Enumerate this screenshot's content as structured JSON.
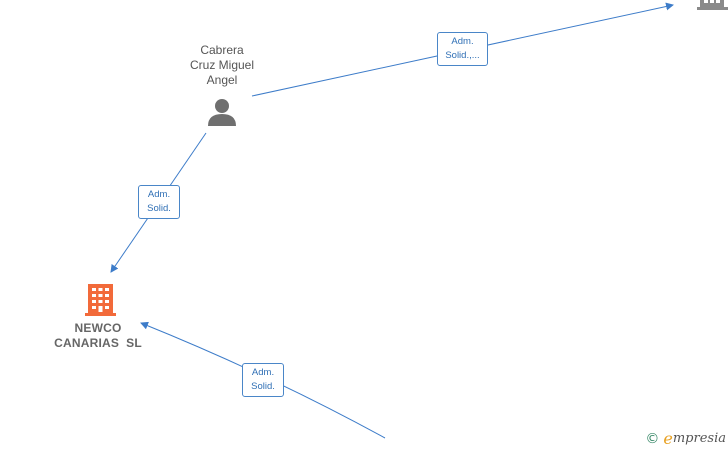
{
  "nodes": {
    "person": {
      "label_lines": [
        "Cabrera",
        "Cruz Miguel",
        "Angel"
      ],
      "type": "person",
      "color": "#6f6f6f"
    },
    "company": {
      "label_lines": [
        "NEWCO",
        "CANARIAS  SL"
      ],
      "type": "company",
      "color": "#f26a3a"
    },
    "top_right": {
      "label_lines": [],
      "type": "company",
      "color": "#8a8a8a"
    }
  },
  "edges": [
    {
      "id": "person-to-topright",
      "label_lines": [
        "Adm.",
        "Solid.,..."
      ]
    },
    {
      "id": "person-to-company",
      "label_lines": [
        "Adm.",
        "Solid."
      ]
    },
    {
      "id": "bottom-to-company",
      "label_lines": [
        "Adm.",
        "Solid."
      ]
    }
  ],
  "colors": {
    "edge": "#3d7cc9"
  },
  "watermark": {
    "symbol": "©",
    "brand_initial": "e",
    "brand_rest": "mpresia"
  }
}
